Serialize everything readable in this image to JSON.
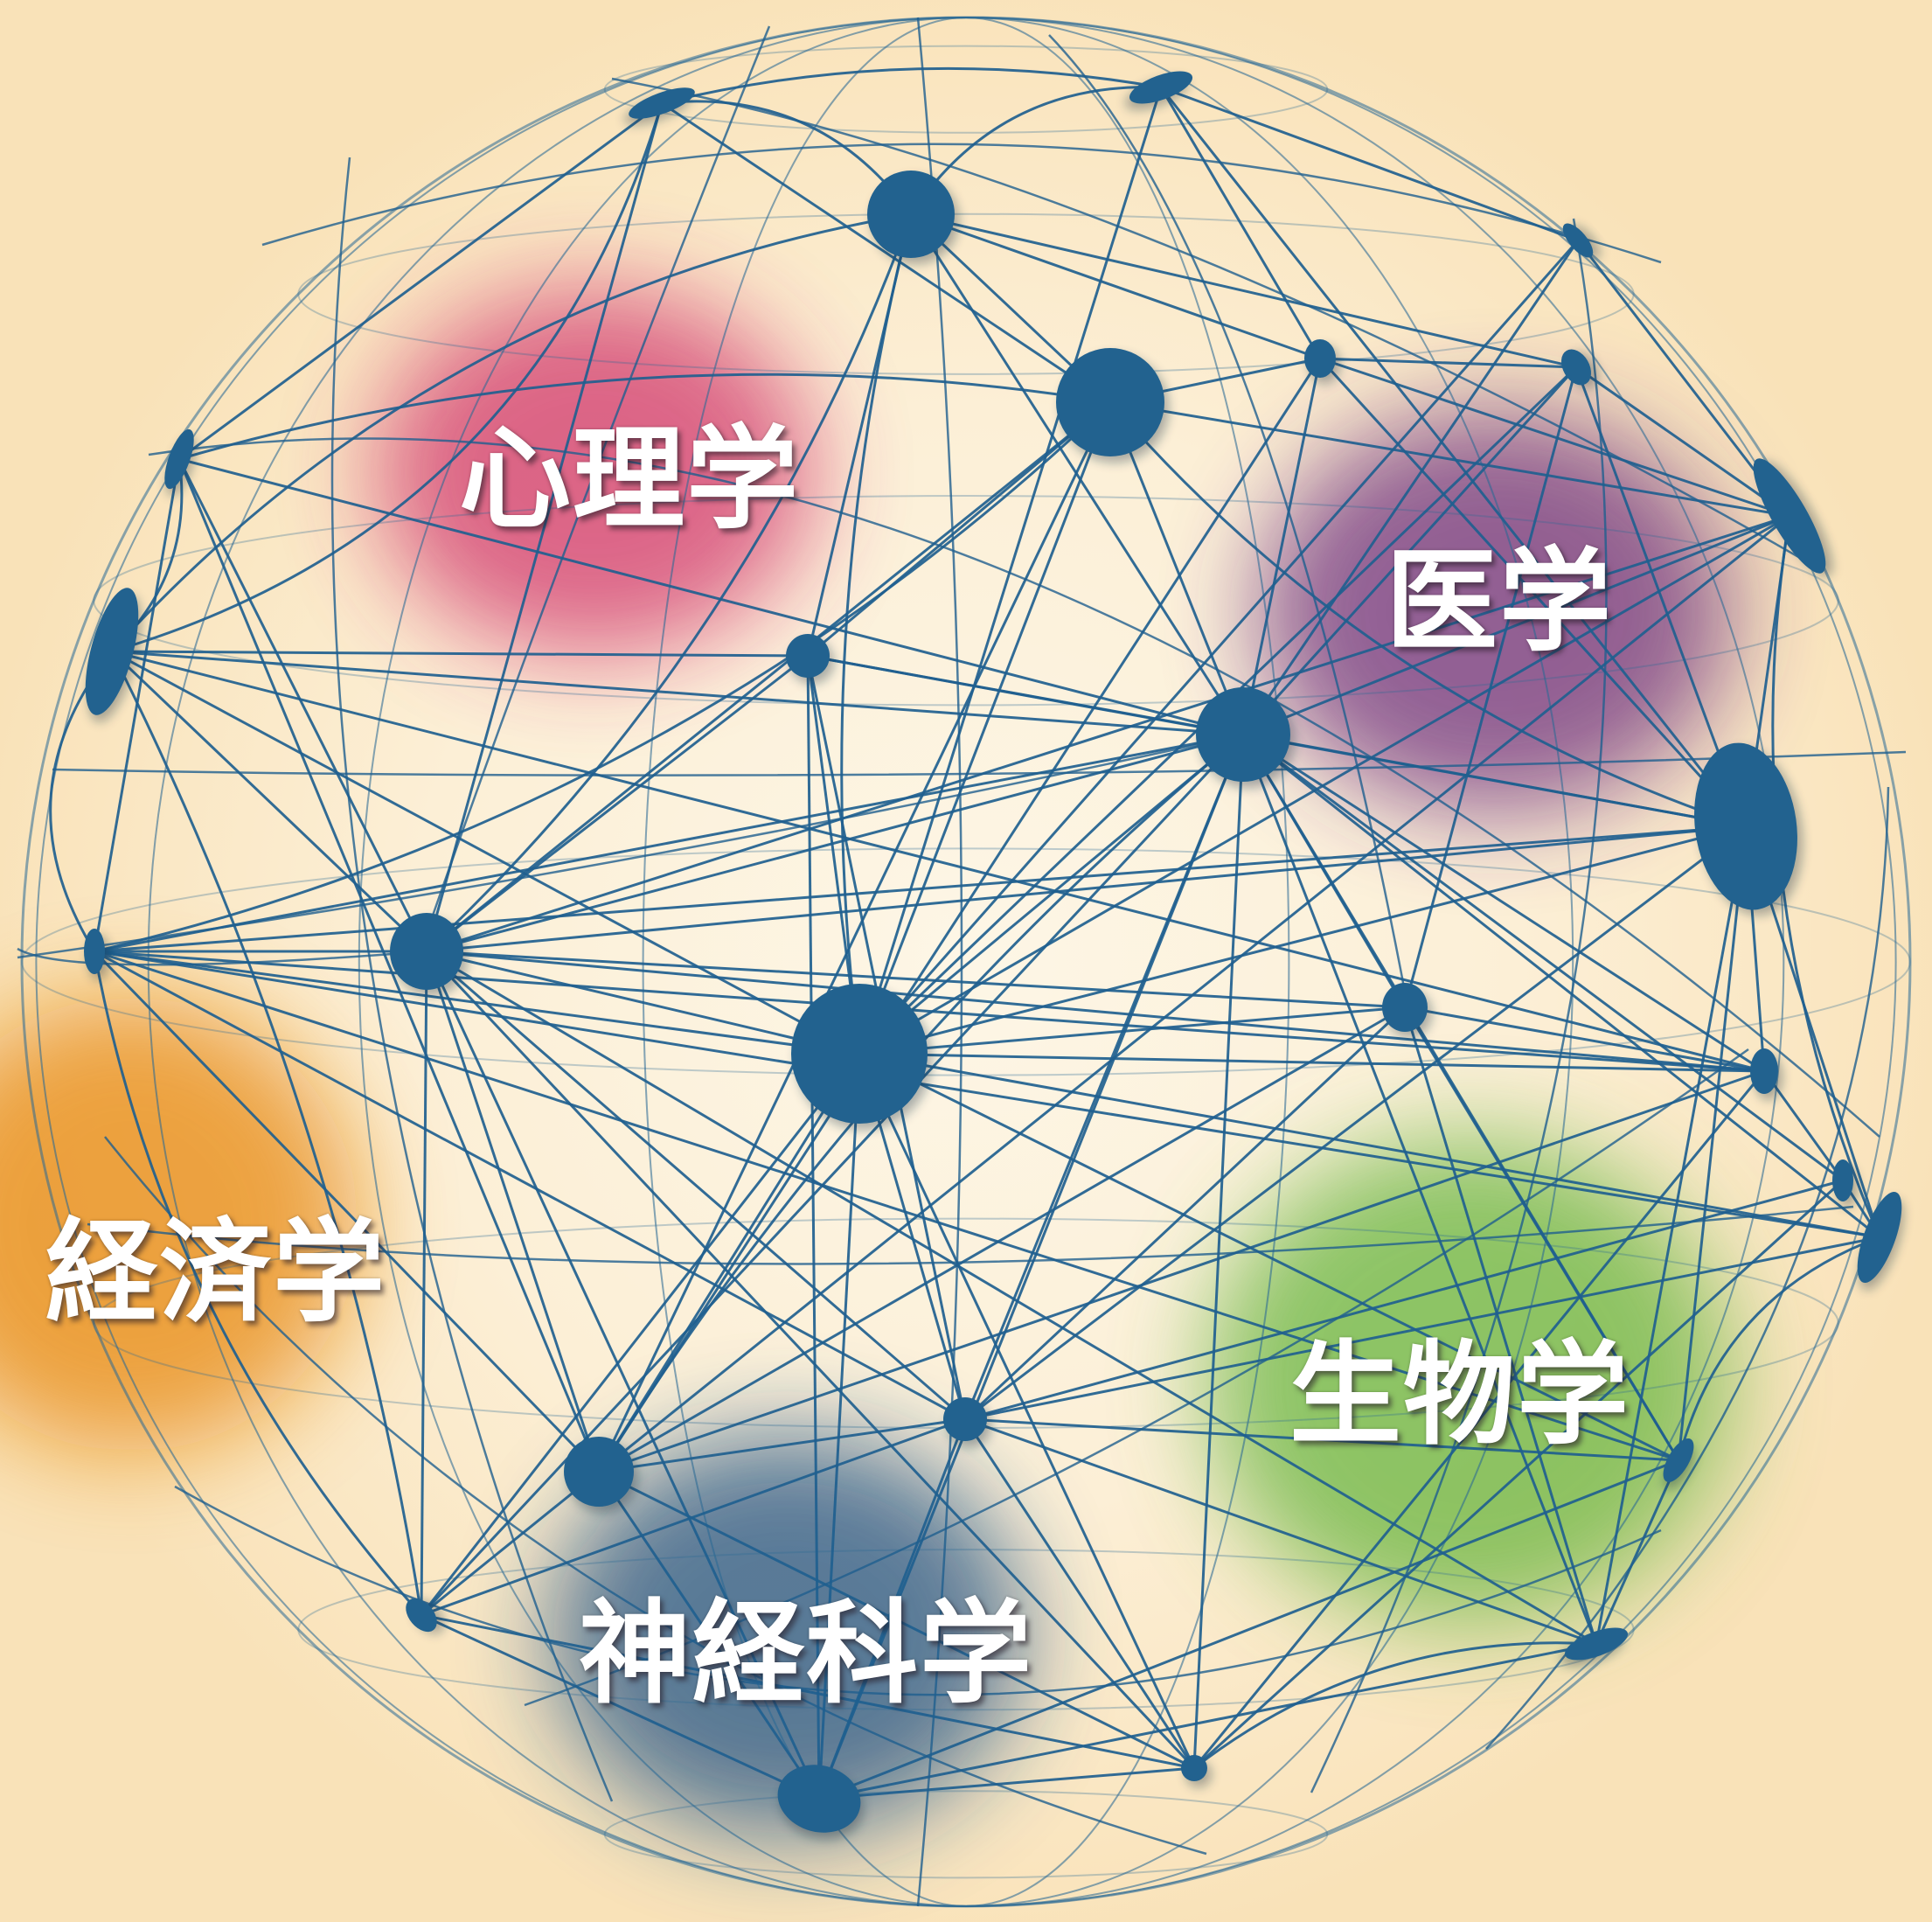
{
  "network": {
    "edge_color": "#1f5f8f",
    "node_color": "#22628f",
    "rim_color": "#2a6a95"
  },
  "regions": [
    {
      "key": "psychology",
      "label": "心理学",
      "color": "#d0306a"
    },
    {
      "key": "medicine",
      "label": "医学",
      "color": "#6a2a7c"
    },
    {
      "key": "economics",
      "label": "経済学",
      "color": "#e7870f"
    },
    {
      "key": "biology",
      "label": "生物学",
      "color": "#63b43a"
    },
    {
      "key": "neuroscience",
      "label": "神経科学",
      "color": "#1e4f82"
    }
  ]
}
